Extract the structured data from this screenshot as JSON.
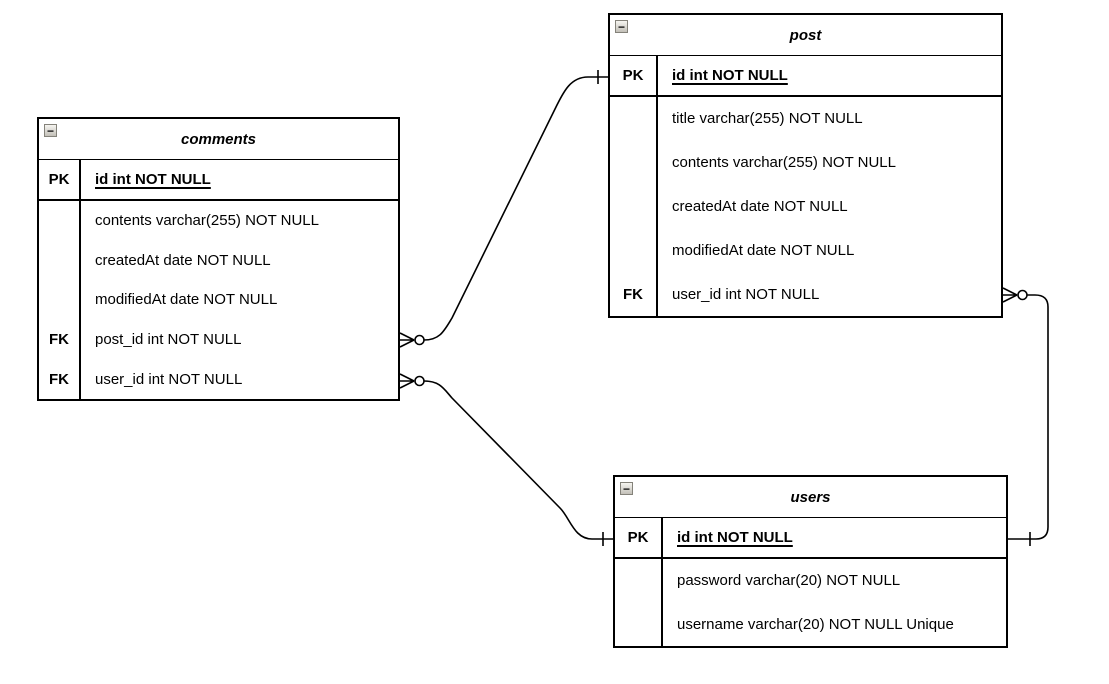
{
  "diagram": {
    "background_color": "#ffffff",
    "line_color": "#000000",
    "icons": {
      "collapse_minus": "−"
    },
    "tables": {
      "comments": {
        "title": "comments",
        "primary_key": {
          "key": "PK",
          "text": "id int NOT NULL"
        },
        "fields": [
          {
            "key": "",
            "text": "contents varchar(255) NOT NULL"
          },
          {
            "key": "",
            "text": "createdAt date NOT NULL"
          },
          {
            "key": "",
            "text": "modifiedAt date NOT NULL"
          },
          {
            "key": "FK",
            "text": "post_id int NOT NULL"
          },
          {
            "key": "FK",
            "text": "user_id int NOT NULL"
          }
        ]
      },
      "post": {
        "title": "post",
        "primary_key": {
          "key": "PK",
          "text": "id int NOT NULL"
        },
        "fields": [
          {
            "key": "",
            "text": "title varchar(255) NOT NULL"
          },
          {
            "key": "",
            "text": "contents varchar(255) NOT NULL"
          },
          {
            "key": "",
            "text": "createdAt date NOT NULL"
          },
          {
            "key": "",
            "text": "modifiedAt date NOT NULL"
          },
          {
            "key": "FK",
            "text": "user_id int NOT NULL"
          }
        ]
      },
      "users": {
        "title": "users",
        "primary_key": {
          "key": "PK",
          "text": "id int NOT NULL"
        },
        "fields": [
          {
            "key": "",
            "text": "password varchar(20) NOT NULL"
          },
          {
            "key": "",
            "text": "username varchar(20) NOT NULL Unique"
          }
        ]
      }
    },
    "relationships": [
      {
        "from_table": "comments",
        "from_field": "post_id",
        "to_table": "post",
        "to_field": "id",
        "from_cardinality": "zero-or-many",
        "to_cardinality": "one"
      },
      {
        "from_table": "comments",
        "from_field": "user_id",
        "to_table": "users",
        "to_field": "id",
        "from_cardinality": "zero-or-many",
        "to_cardinality": "one"
      },
      {
        "from_table": "post",
        "from_field": "user_id",
        "to_table": "users",
        "to_field": "id",
        "from_cardinality": "zero-or-many",
        "to_cardinality": "one"
      }
    ]
  }
}
